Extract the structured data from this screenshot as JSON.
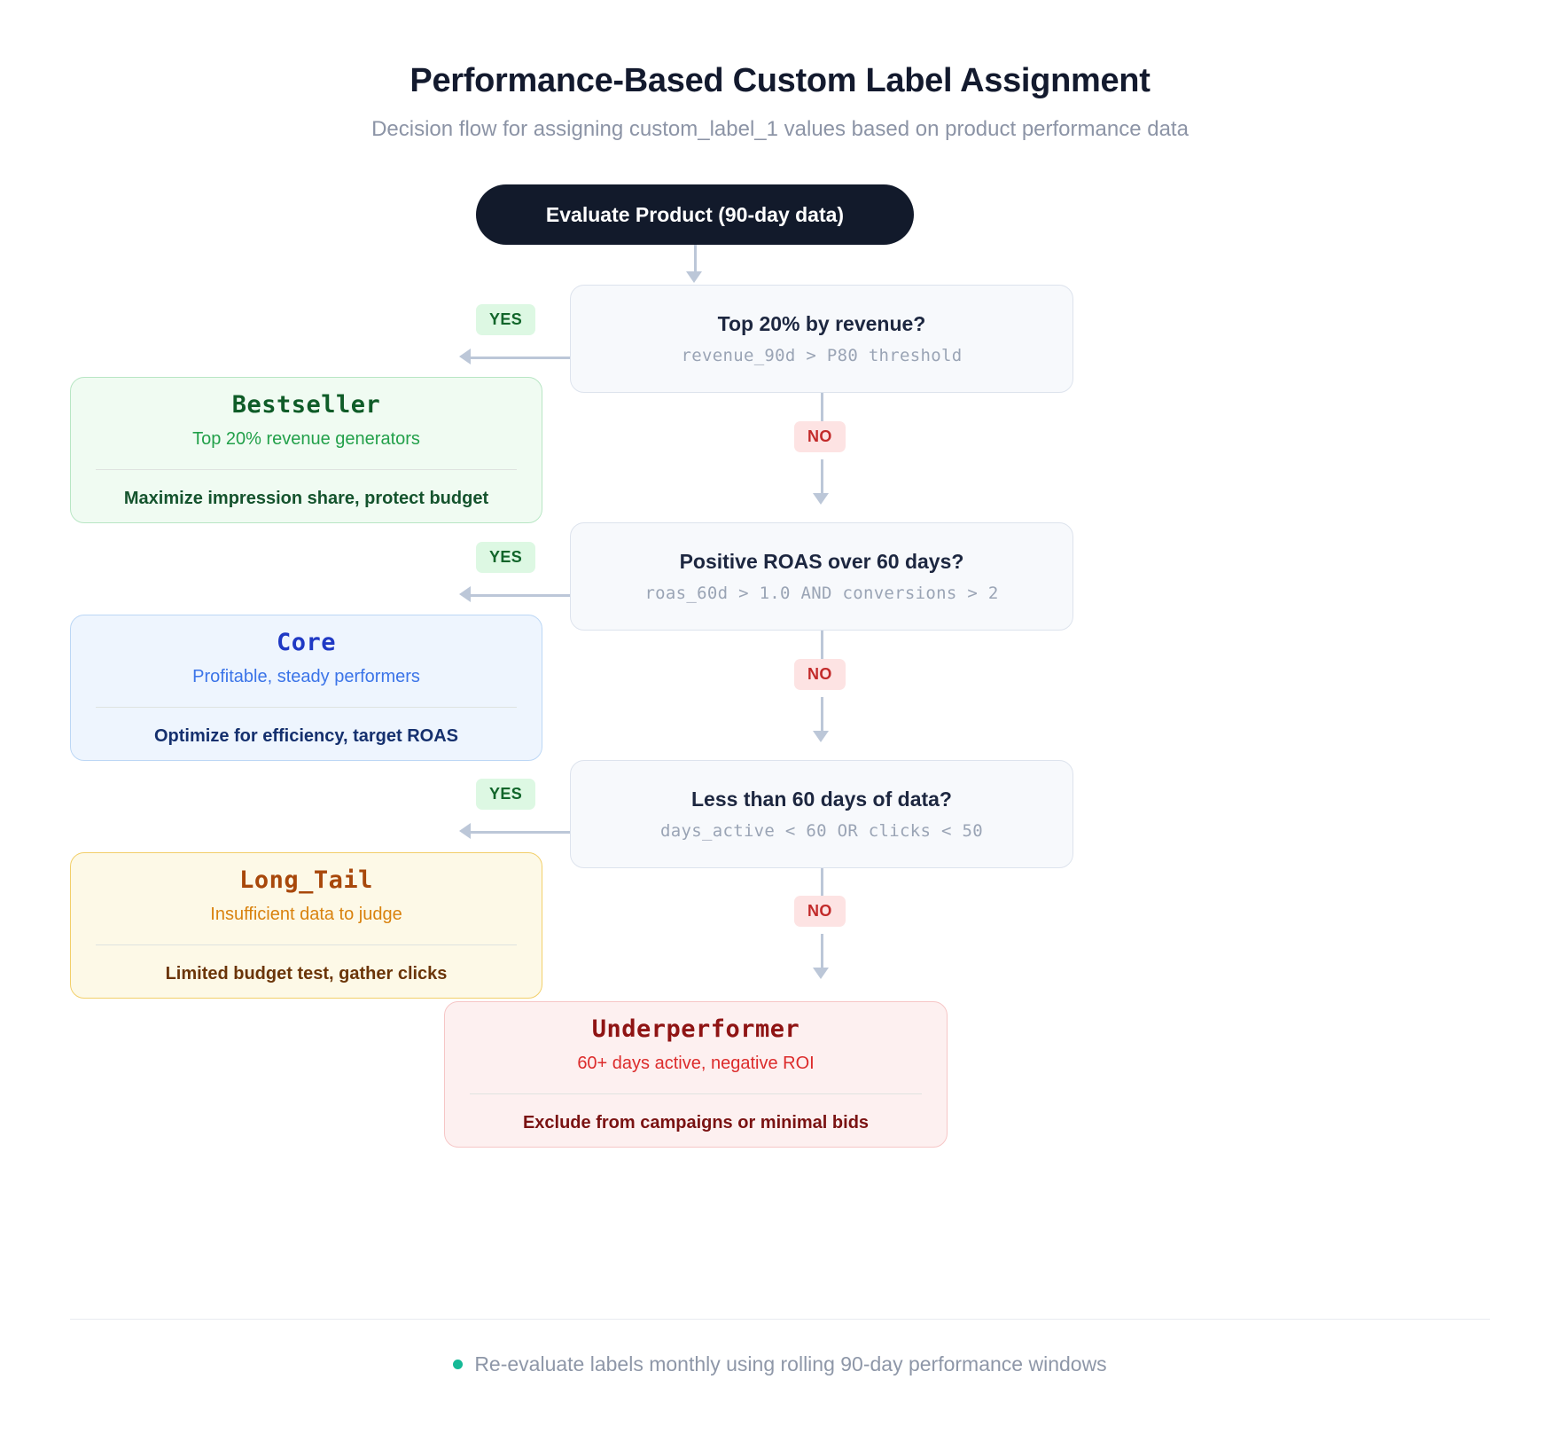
{
  "header": {
    "title": "Performance-Based Custom Label Assignment",
    "subtitle": "Decision flow for assigning custom_label_1 values based on product performance data"
  },
  "start_node": {
    "label": "Evaluate Product (90-day data)"
  },
  "decisions": [
    {
      "question": "Top 20% by revenue?",
      "condition": "revenue_90d > P80 threshold",
      "yes_label": "YES",
      "no_label": "NO"
    },
    {
      "question": "Positive ROAS over 60 days?",
      "condition": "roas_60d > 1.0 AND conversions > 2",
      "yes_label": "YES",
      "no_label": "NO"
    },
    {
      "question": "Less than 60 days of data?",
      "condition": "days_active < 60 OR clicks < 50",
      "yes_label": "YES",
      "no_label": "NO"
    }
  ],
  "outcomes": [
    {
      "label": "Bestseller",
      "description": "Top 20% revenue generators",
      "action": "Maximize impression share, protect budget",
      "accent": "#22a04a"
    },
    {
      "label": "Core",
      "description": "Profitable, steady performers",
      "action": "Optimize for efficiency, target ROAS",
      "accent": "#3b74e8"
    },
    {
      "label": "Long_Tail",
      "description": "Insufficient data to judge",
      "action": "Limited budget test, gather clicks",
      "accent": "#d9820e"
    },
    {
      "label": "Underperformer",
      "description": "60+ days active, negative ROI",
      "action": "Exclude from campaigns or minimal bids",
      "accent": "#dc2b2b"
    }
  ],
  "footer": {
    "note": "Re-evaluate labels monthly using rolling 90-day performance windows",
    "dot_color": "#15b996"
  }
}
